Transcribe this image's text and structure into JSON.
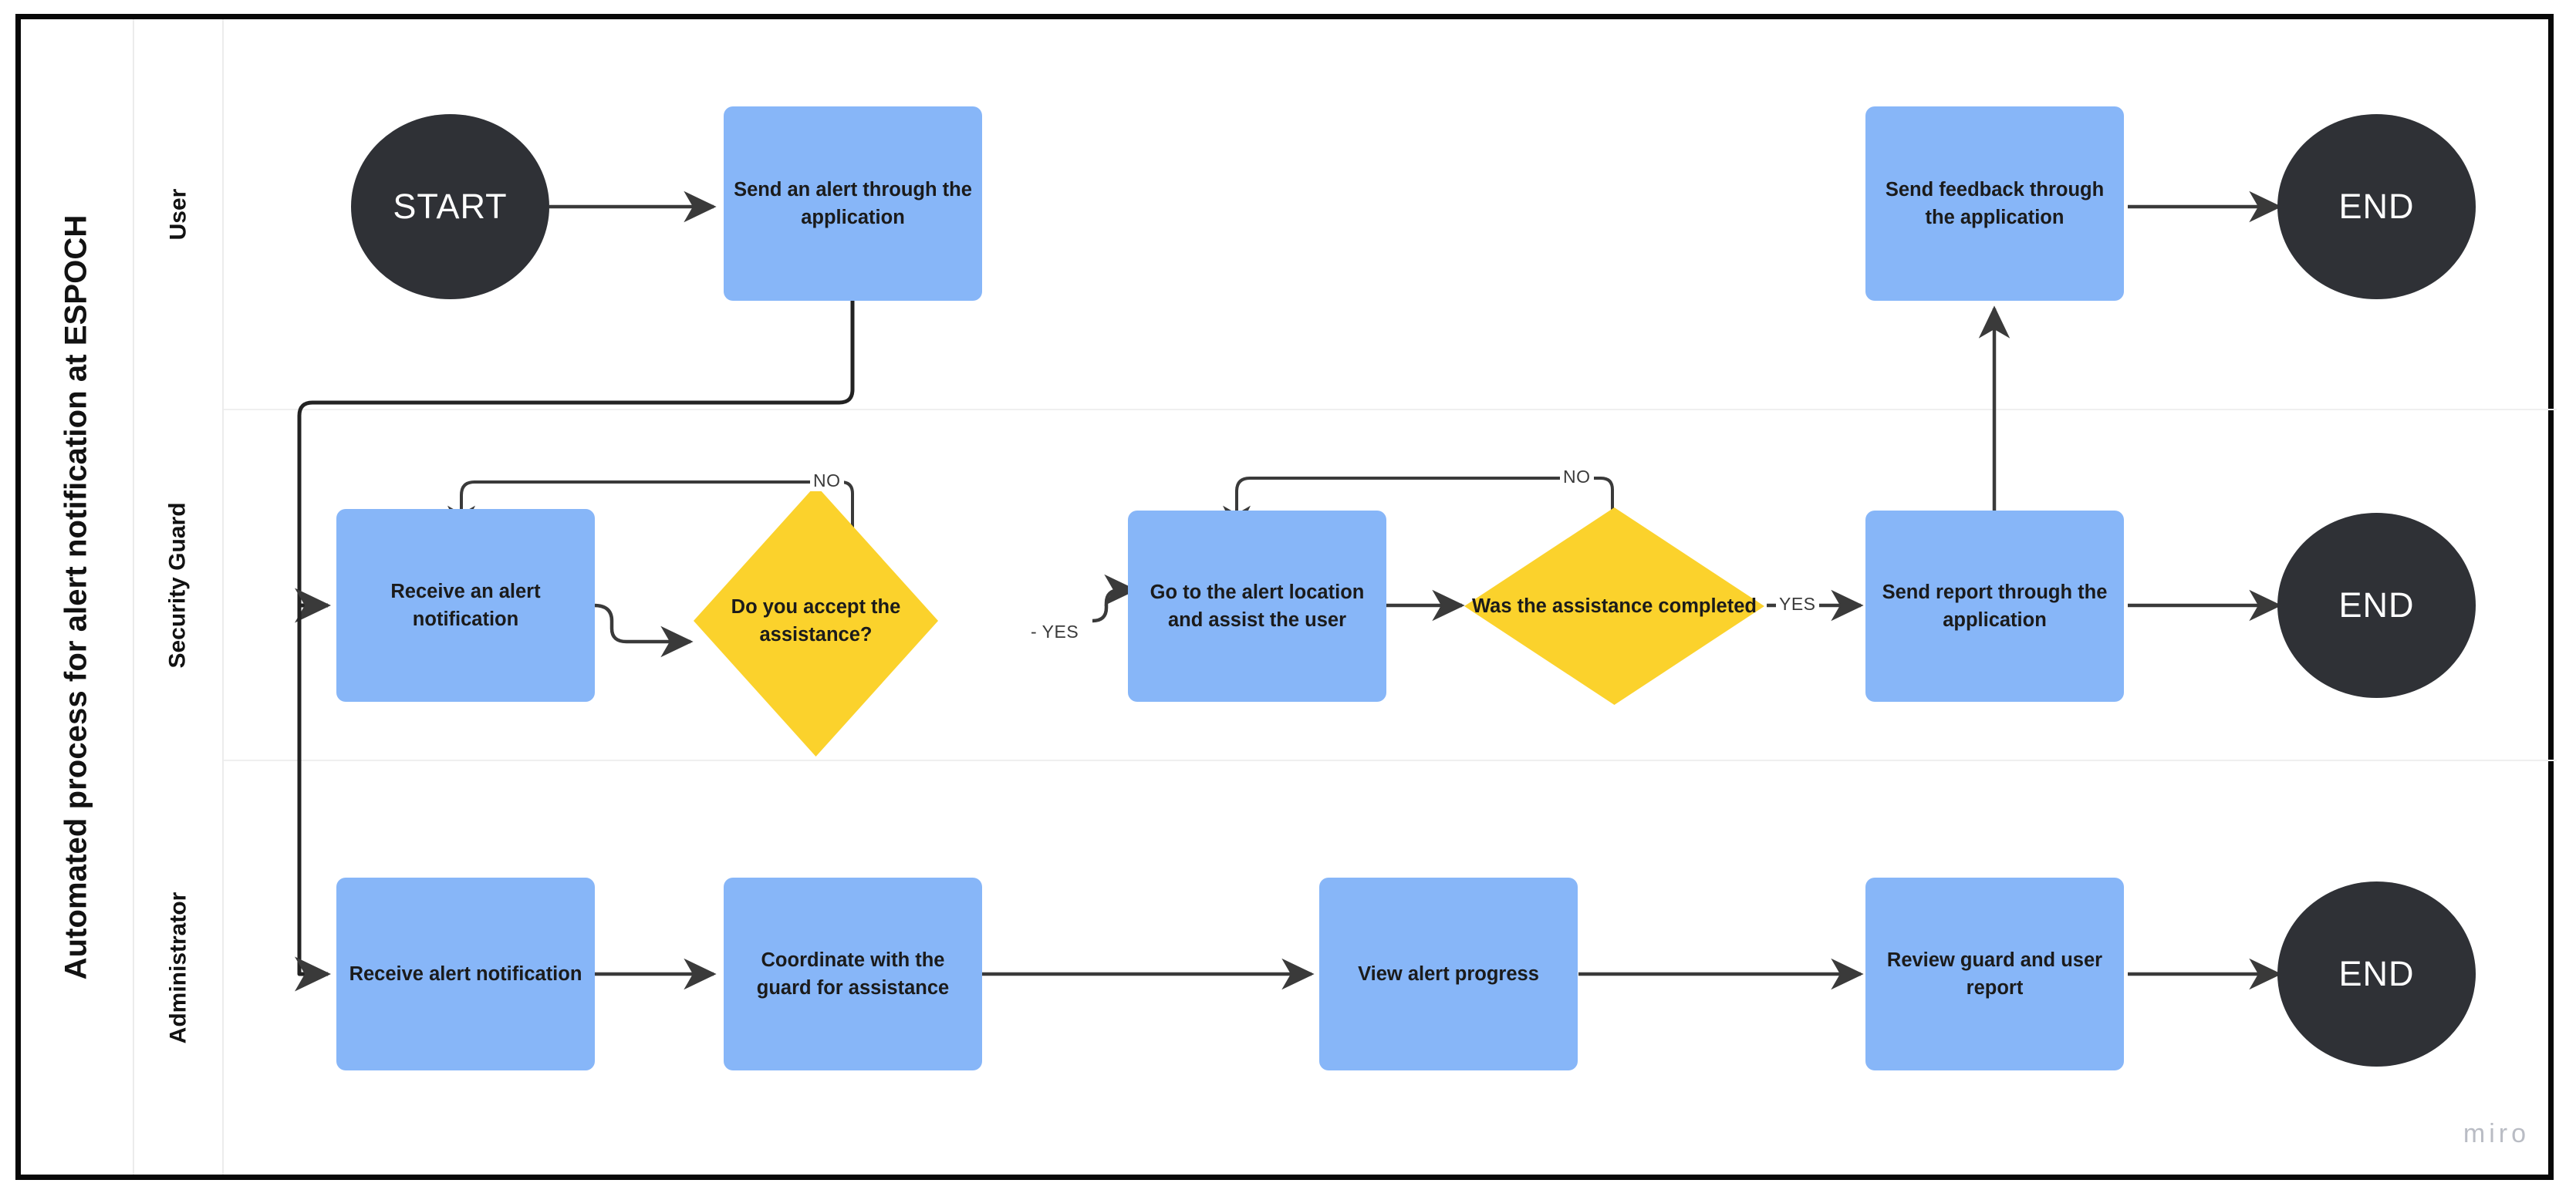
{
  "diagram": {
    "title": "Automated process for alert notification at ESPOCH",
    "watermark": "miro",
    "colors": {
      "process_fill": "#87b6f8",
      "decision_fill": "#fbd22c",
      "terminator_fill": "#2f3136",
      "connector": "#3a3a3a",
      "frame": "#080808",
      "lane_divider": "#efefef"
    }
  },
  "lanes": [
    {
      "id": "user",
      "label": "User"
    },
    {
      "id": "security_guard",
      "label": "Security Guard"
    },
    {
      "id": "administrator",
      "label": "Administrator"
    }
  ],
  "nodes": {
    "start": {
      "label": "START",
      "type": "terminator",
      "lane": "user"
    },
    "send_alert": {
      "label": "Send an alert through the application",
      "type": "process",
      "lane": "user"
    },
    "send_feedback": {
      "label": "Send feedback through the application",
      "type": "process",
      "lane": "user"
    },
    "end_user": {
      "label": "END",
      "type": "terminator",
      "lane": "user"
    },
    "receive_alert_notification": {
      "label": "Receive an alert notification",
      "type": "process",
      "lane": "security_guard"
    },
    "accept_assistance": {
      "label": "Do you accept the assistance?",
      "type": "decision",
      "lane": "security_guard"
    },
    "go_to_location": {
      "label": "Go to the alert location and assist the user",
      "type": "process",
      "lane": "security_guard"
    },
    "assistance_completed": {
      "label": "Was the assistance completed",
      "type": "decision",
      "lane": "security_guard"
    },
    "send_report": {
      "label": "Send report through the application",
      "type": "process",
      "lane": "security_guard"
    },
    "end_guard": {
      "label": "END",
      "type": "terminator",
      "lane": "security_guard"
    },
    "receive_alert_admin": {
      "label": "Receive alert notification",
      "type": "process",
      "lane": "administrator"
    },
    "coordinate_guard": {
      "label": "Coordinate with the guard for assistance",
      "type": "process",
      "lane": "administrator"
    },
    "view_progress": {
      "label": "View alert progress",
      "type": "process",
      "lane": "administrator"
    },
    "review_report": {
      "label": "Review guard and user report",
      "type": "process",
      "lane": "administrator"
    },
    "end_admin": {
      "label": "END",
      "type": "terminator",
      "lane": "administrator"
    }
  },
  "edge_labels": {
    "accept_no": "NO",
    "accept_yes": "- YES",
    "completed_no": "NO",
    "completed_yes": "YES"
  }
}
